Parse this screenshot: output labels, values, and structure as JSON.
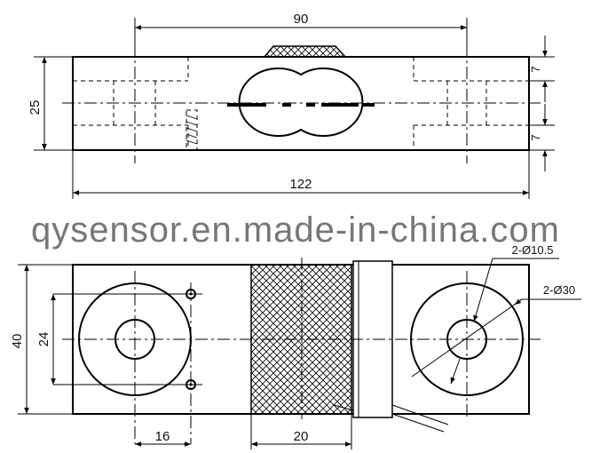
{
  "dimensions": {
    "top_width": "90",
    "height": "25",
    "step_upper": "7",
    "step_lower": "7",
    "total_length": "122",
    "width": "40",
    "hole_spacing": "24",
    "offset": "16",
    "gauge_width": "20",
    "small_hole": "2-Ø10.5",
    "large_hole": "2-Ø30"
  },
  "watermark": "qysensor.en.made-in-china.com"
}
